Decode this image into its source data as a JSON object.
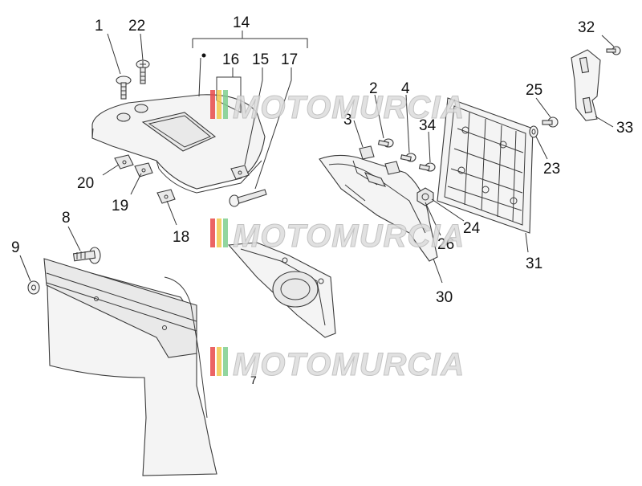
{
  "labels": {
    "l1": "1",
    "l22": "22",
    "l14": "14",
    "l16": "16",
    "l15": "15",
    "l17": "17",
    "l2": "2",
    "l4": "4",
    "l3": "3",
    "l34": "34",
    "l25": "25",
    "l32": "32",
    "l33": "33",
    "l20": "20",
    "l19": "19",
    "l18": "18",
    "l23": "23",
    "l24": "24",
    "l26": "26",
    "l31": "31",
    "l30": "30",
    "l8": "8",
    "l9": "9",
    "l7": "7"
  },
  "watermark": {
    "text": "MOTOMURCIA",
    "colors": [
      "#e84a4a",
      "#f2c94c",
      "#7fcf8f"
    ]
  },
  "icons": {
    "bullet": "dot-icon"
  }
}
